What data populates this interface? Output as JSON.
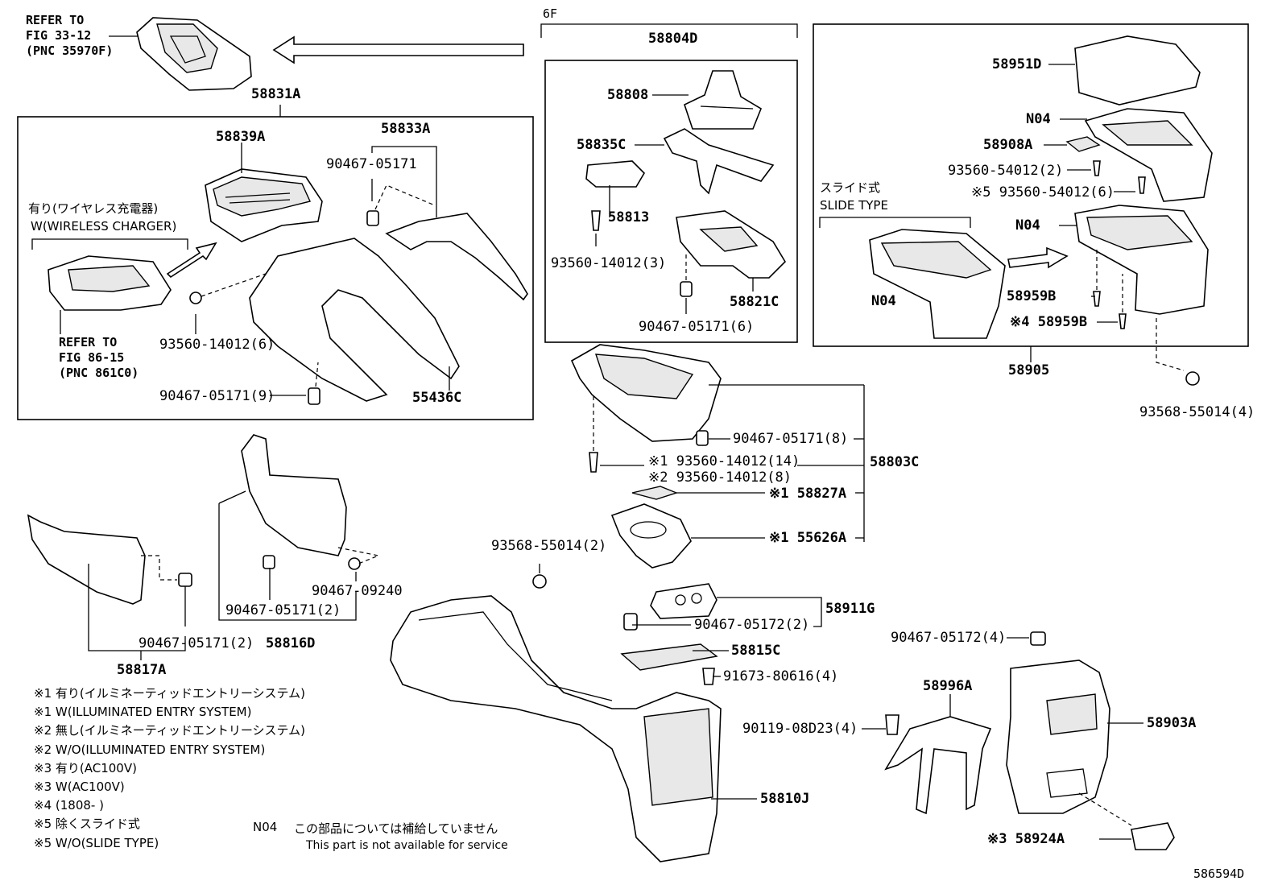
{
  "diagram_id": "586594D",
  "ref_blocks": {
    "top_left": [
      "REFER TO",
      "FIG 33-12",
      "(PNC 35970F)"
    ],
    "wireless": [
      "REFER TO",
      "FIG 86-15",
      "(PNC 861C0)"
    ]
  },
  "labels": {
    "sixF": "6F",
    "p58804D": "58804D",
    "p58808": "58808",
    "p58835C": "58835C",
    "p58813": "58813",
    "p93560_14012_3": "93560-14012(3)",
    "p58821C": "58821C",
    "p90467_05171_6": "90467-05171(6)",
    "p58831A": "58831A",
    "p58839A": "58839A",
    "p58833A": "58833A",
    "p90467_05171": "90467-05171",
    "wireless_jp": "有り(ワイヤレス充電器)",
    "wireless_en": "W(WIRELESS CHARGER)",
    "p93560_14012_6": "93560-14012(6)",
    "p90467_05171_9": "90467-05171(9)",
    "p55436C": "55436C",
    "p58951D": "58951D",
    "n04_a": "N04",
    "p58908A": "58908A",
    "p93560_54012_2": "93560-54012(2)",
    "p93560_54012_6": "※5 93560-54012(6)",
    "slide_jp": "スライド式",
    "slide_en": "SLIDE TYPE",
    "n04_b": "N04",
    "n04_c": "N04",
    "p58959B_a": "58959B",
    "p58959B_b": "※4 58959B",
    "p58905": "58905",
    "p93568_55014_4": "93568-55014(4)",
    "p90467_05171_8": "90467-05171(8)",
    "p93560_14012_14": "※1 93560-14012(14)",
    "p93560_14012_8": "※2 93560-14012(8)",
    "p58803C": "58803C",
    "p58827A": "※1 58827A",
    "p55626A": "※1 55626A",
    "p93568_55014_2": "93568-55014(2)",
    "p58911G": "58911G",
    "p90467_05172_2": "90467-05172(2)",
    "p58815C": "58815C",
    "p91673_80616_4": "91673-80616(4)",
    "p90119_08D23_4": "90119-08D23(4)",
    "p58810J": "58810J",
    "p90467_05172_4": "90467-05172(4)",
    "p58996A": "58996A",
    "p58903A": "58903A",
    "p58924A": "※3 58924A",
    "p90467_09240": "90467-09240",
    "p90467_05171_2a": "90467-05171(2)",
    "p58816D": "58816D",
    "p90467_05171_2b": "90467-05171(2)",
    "p58817A": "58817A"
  },
  "footnotes": [
    "※1 有り(イルミネーティッドエントリーシステム)",
    "※1 W(ILLUMINATED ENTRY SYSTEM)",
    "※2 無し(イルミネーティッドエントリーシステム)",
    "※2 W/O(ILLUMINATED ENTRY SYSTEM)",
    "※3 有り(AC100V)",
    "※3 W(AC100V)",
    "※4 (1808-      )",
    "※5 除くスライド式",
    "※5 W/O(SLIDE TYPE)"
  ],
  "n04_note": {
    "code": "N04",
    "jp": "この部品については補給していません",
    "en": "This part is not available for service"
  }
}
